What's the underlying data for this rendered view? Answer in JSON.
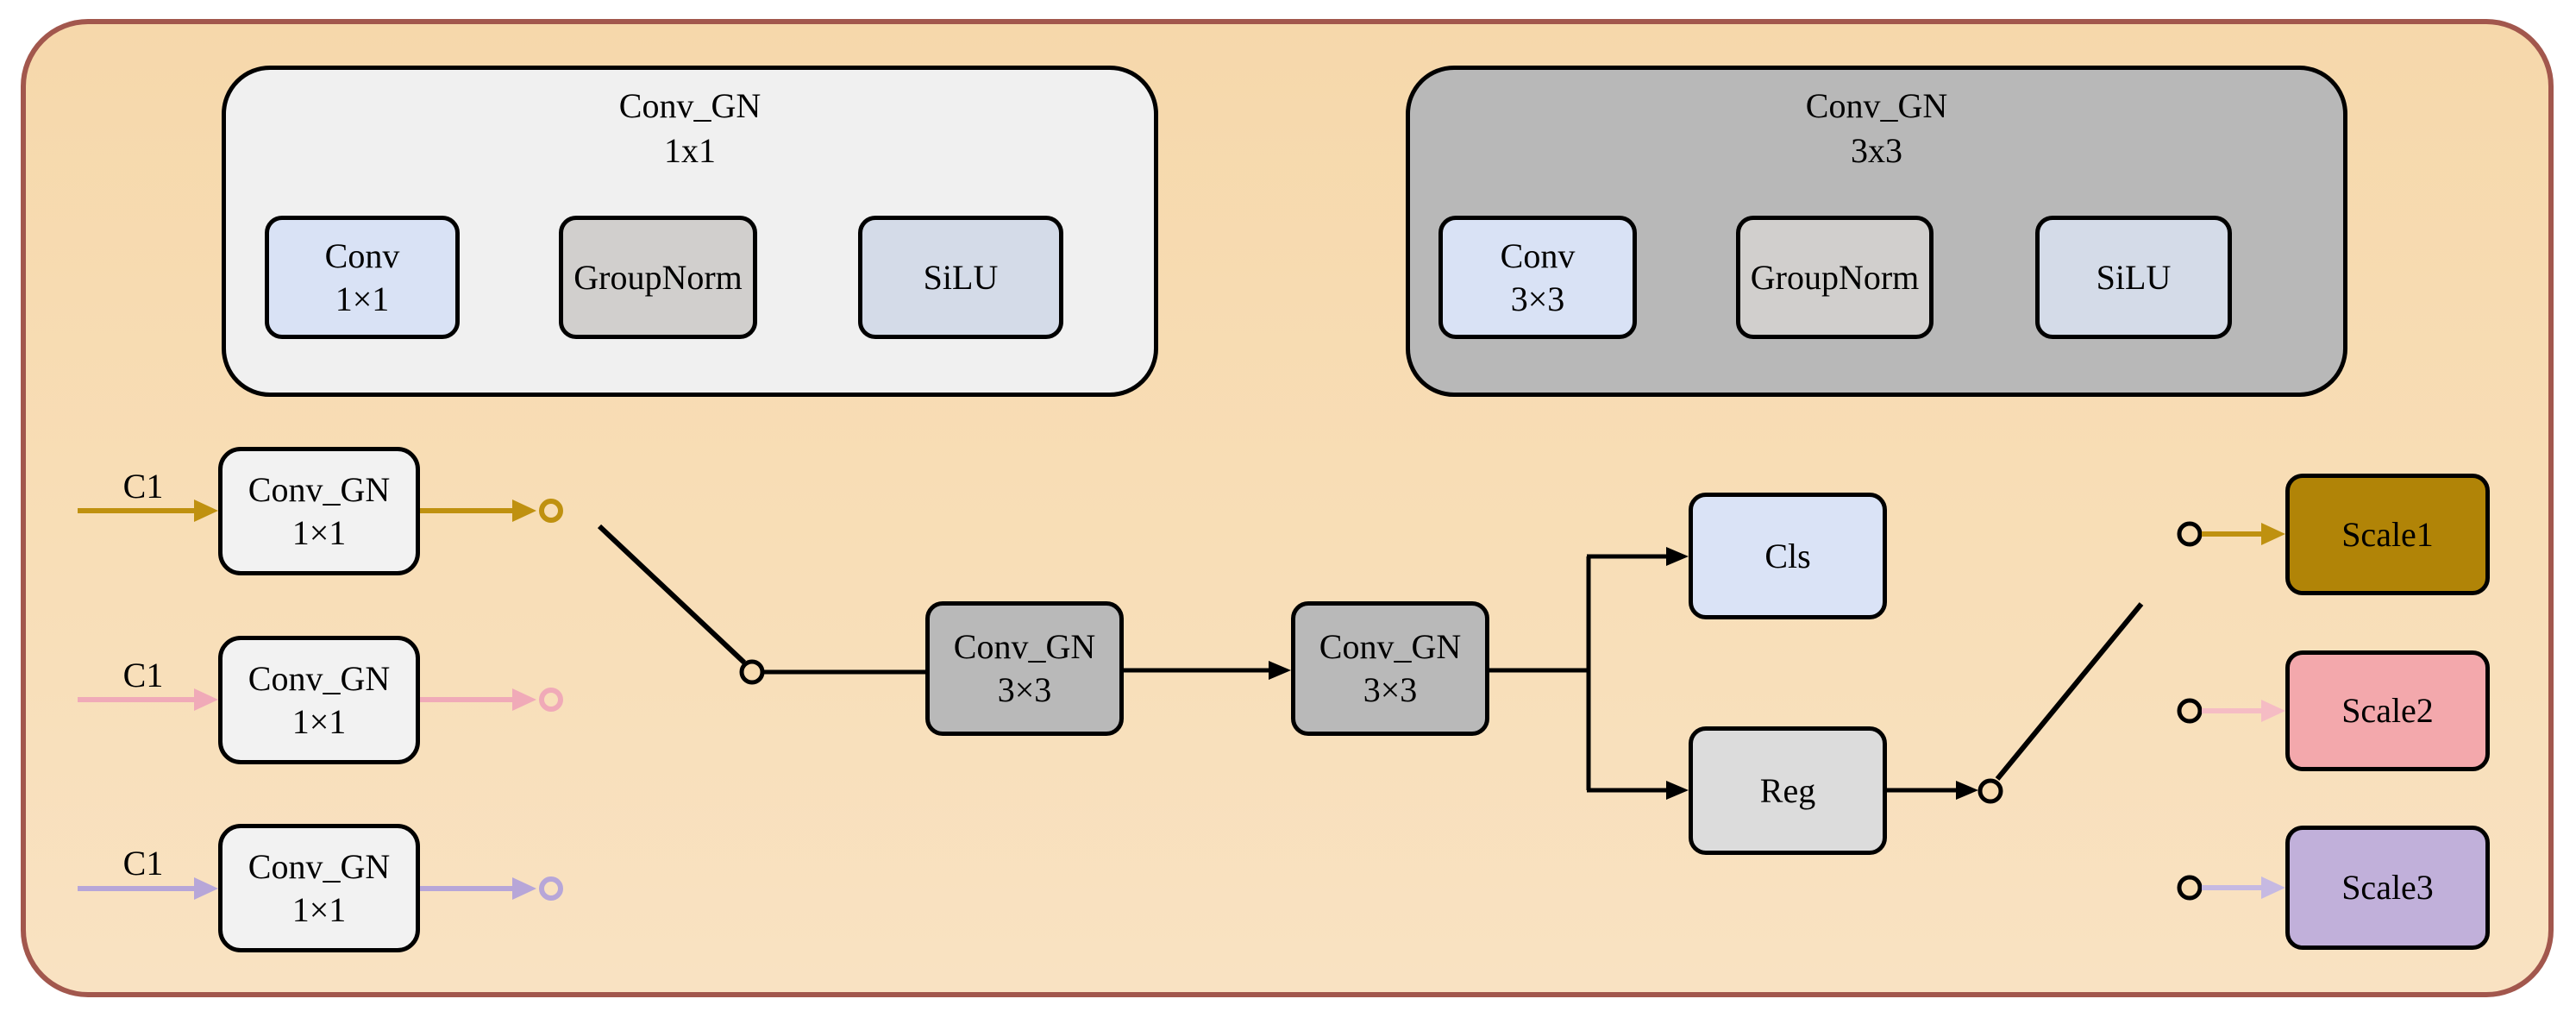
{
  "colors": {
    "panel_background": "#f7dbb1",
    "panel_border": "#a2574d",
    "legend_1x1_background": "#f0f0f0",
    "legend_3x3_background": "#b8b8b8",
    "conv_fill": "#d9e2f5",
    "groupnorm_fill": "#d1cfcd",
    "silu_fill": "#d4dbe8",
    "input_box_fill": "#f2f2f2",
    "trunk_box_fill": "#b9b9b9",
    "cls_fill": "#dae3f6",
    "reg_fill": "#dcdcdc",
    "scale1_fill": "#b18407",
    "scale2_fill": "#f3a8ac",
    "scale3_fill": "#c1b0da",
    "gold_arrow": "#bf9110",
    "pink_arrow": "#f0aab8",
    "pink_arrow_light": "#f5bcc4",
    "lavender_arrow": "#b7a6d8",
    "lavender_arrow_light": "#c6b9e2",
    "wire": "#000000"
  },
  "legend_groups": [
    {
      "title_line1": "Conv_GN",
      "title_line2": "1x1",
      "conv_line1": "Conv",
      "conv_line2": "1×1",
      "groupnorm": "GroupNorm",
      "silu": "SiLU"
    },
    {
      "title_line1": "Conv_GN",
      "title_line2": "3x3",
      "conv_line1": "Conv",
      "conv_line2": "3×3",
      "groupnorm": "GroupNorm",
      "silu": "SiLU"
    }
  ],
  "inputs": [
    {
      "label": "C1",
      "box_line1": "Conv_GN",
      "box_line2": "1×1",
      "arrow_color": "#bf9110"
    },
    {
      "label": "C1",
      "box_line1": "Conv_GN",
      "box_line2": "1×1",
      "arrow_color": "#f0aab8"
    },
    {
      "label": "C1",
      "box_line1": "Conv_GN",
      "box_line2": "1×1",
      "arrow_color": "#b7a6d8"
    }
  ],
  "trunk": [
    {
      "line1": "Conv_GN",
      "line2": "3×3"
    },
    {
      "line1": "Conv_GN",
      "line2": "3×3"
    }
  ],
  "heads": {
    "cls": "Cls",
    "reg": "Reg"
  },
  "outputs": [
    {
      "label": "Scale1",
      "fill": "#b18407",
      "arrow_color": "#bf9110"
    },
    {
      "label": "Scale2",
      "fill": "#f3a8ac",
      "arrow_color": "#f5bcc4"
    },
    {
      "label": "Scale3",
      "fill": "#c1b0da",
      "arrow_color": "#c6b9e2"
    }
  ]
}
